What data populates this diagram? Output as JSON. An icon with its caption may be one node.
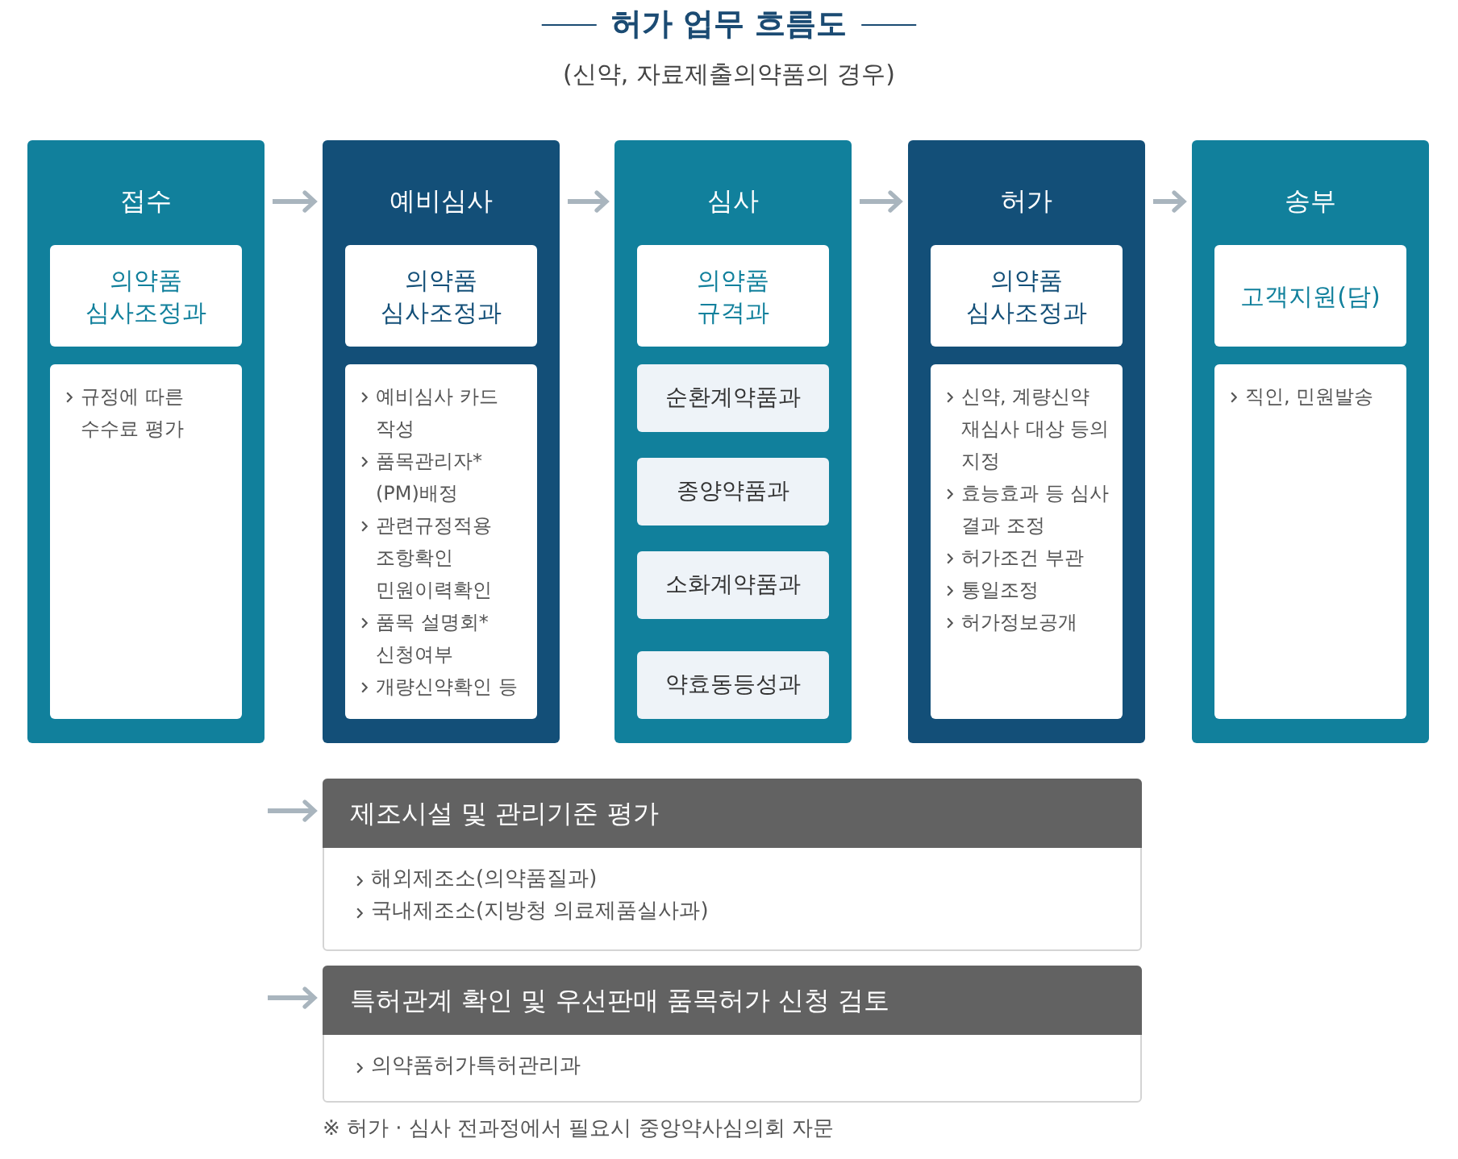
{
  "diagram": {
    "title": "허가 업무 흐름도",
    "nodes": [
      {
        "text": [
          "접수"
        ]
      },
      {
        "text": [
          "의약품 심사조정과"
        ],
        "in": 0
      },
      {
        "text": [
          "규정에 따른 수수료 평가"
        ],
        "in": 0
      },
      {
        "text": [
          "예비심사"
        ]
      },
      {
        "text": [
          "의약품 심사조정과"
        ],
        "in": 3
      },
      {
        "text": [
          "예비심사 카드 작성",
          "품목관리자* (PM)배정",
          "관련규정적용 조항확인 민원이력확인",
          "품목 설명회* 신청여부",
          "개량신약확인 등"
        ],
        "in": 3
      },
      {
        "text": [
          "심사"
        ]
      },
      {
        "text": [
          "의약품 규격과"
        ],
        "in": 6
      },
      {
        "text": [
          "순환계약품과"
        ],
        "in": 6
      },
      {
        "text": [
          "종양약품과"
        ],
        "in": 6
      },
      {
        "text": [
          "소화계약품과"
        ],
        "in": 6
      },
      {
        "text": [
          "약효동등성과"
        ],
        "in": 6
      },
      {
        "text": [
          "허가"
        ]
      },
      {
        "text": [
          "의약품 심사조정과"
        ],
        "in": 12
      },
      {
        "text": [
          "신약, 계량신약 재심사 대상 등의 지정",
          "효능효과 등 심사 결과 조정",
          "허가조건 부관",
          "통일조정",
          "허가정보공개"
        ],
        "in": 12
      },
      {
        "text": [
          "송부"
        ]
      },
      {
        "text": [
          "고객지원(담)"
        ],
        "in": 15
      },
      {
        "text": [
          "직인, 민원발송"
        ],
        "in": 15
      },
      {
        "text": [
          "제조시설 및 관리기준 평가",
          "해외제조소(의약품질과)",
          "국내제조소(지방청 의료제품실사과)"
        ]
      },
      {
        "text": [
          "특허관계 확인 및 우선판매 품목허가 신청 검토",
          "의약품허가특허관리과"
        ]
      }
    ],
    "edges": [
      {
        "from": 0,
        "to": 3,
        "arrow": "to"
      },
      {
        "from": 3,
        "to": 6,
        "arrow": "to"
      },
      {
        "from": 6,
        "to": 12,
        "arrow": "to"
      },
      {
        "from": 12,
        "to": 15,
        "arrow": "to"
      },
      {
        "from": null,
        "to": 18,
        "arrow": "to"
      },
      {
        "from": null,
        "to": 19,
        "arrow": "to"
      }
    ],
    "labels": [
      "(신약, 자료제출의약품의 경우)",
      "※ 허가 · 심사 전과정에서 필요시 중앙약사심의회 자문"
    ]
  }
}
